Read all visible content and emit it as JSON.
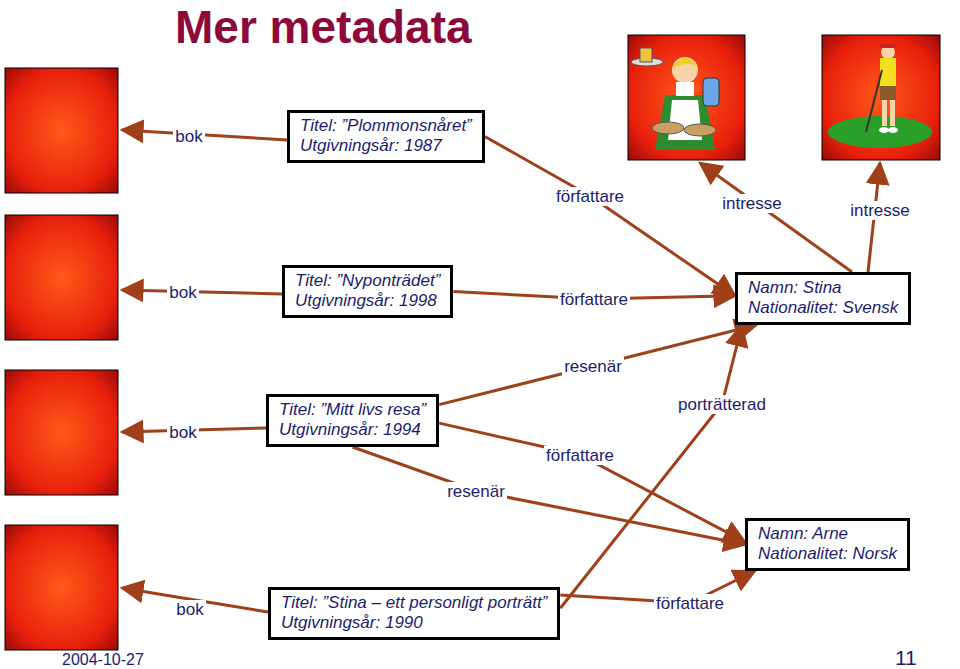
{
  "diagram": {
    "title": "Mer metadata",
    "nodes": [
      {
        "text": [
          "Titel: ”Plommonsnåret”",
          "Utgivningsår: 1987"
        ]
      },
      {
        "text": [
          "Titel: ”Nyponträdet”",
          "Utgivningsår: 1998"
        ]
      },
      {
        "text": [
          "Namn: Stina",
          "Nationalitet: Svensk"
        ]
      },
      {
        "text": [
          "Titel: ”Mitt livs resa”",
          "Utgivningsår: 1994"
        ]
      },
      {
        "text": [
          "Namn: Arne",
          "Nationalitet: Norsk"
        ]
      },
      {
        "text": [
          "Titel: ”Stina – ett personligt porträtt”",
          "Utgivningsår: 1990"
        ]
      }
    ],
    "edges": [
      {
        "from": 0,
        "to": 2,
        "label": "författare",
        "arrow": "to"
      },
      {
        "from": 1,
        "to": 2,
        "label": "författare",
        "arrow": "to"
      },
      {
        "from": 3,
        "to": 2,
        "label": "resenär",
        "arrow": "to"
      },
      {
        "from": 3,
        "to": 4,
        "label": "författare",
        "arrow": "to"
      },
      {
        "from": 3,
        "to": 4,
        "label": "resenär",
        "arrow": "to"
      },
      {
        "from": 5,
        "to": 2,
        "label": "porträtterad",
        "arrow": "to"
      },
      {
        "from": 5,
        "to": 4,
        "label": "författare",
        "arrow": "to"
      }
    ],
    "labels": [
      "bok",
      "bok",
      "bok",
      "bok",
      "intresse",
      "intresse",
      "2004-10-27",
      "11"
    ]
  }
}
